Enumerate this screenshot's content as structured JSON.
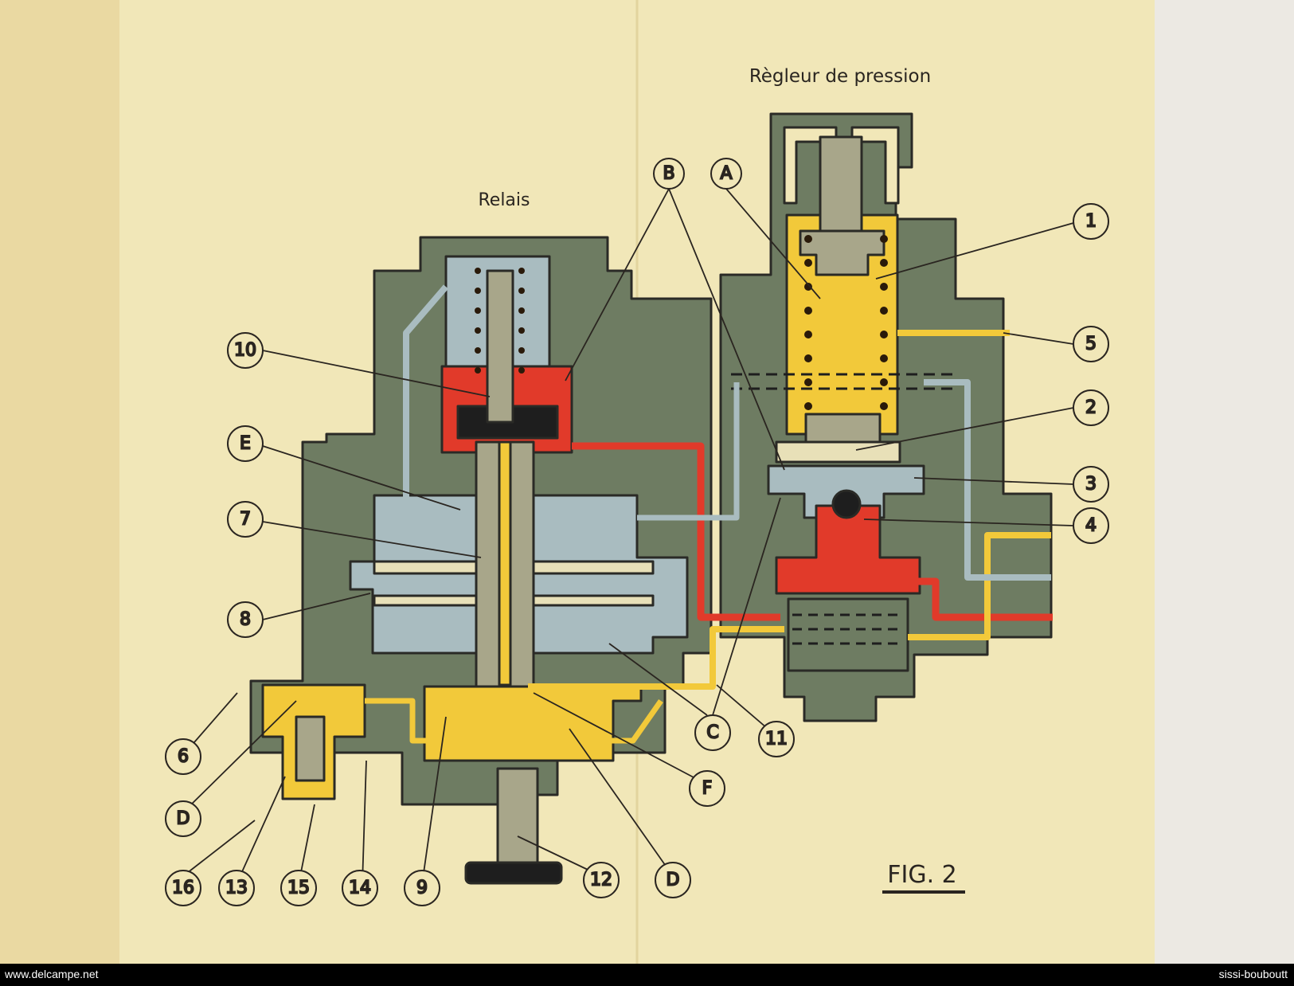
{
  "titles": {
    "regulator": "Règleur de pression",
    "relay": "Relais",
    "figure": "FIG. 2"
  },
  "callouts": {
    "A": "A",
    "B": "B",
    "C": "C",
    "D1": "D",
    "D2": "D",
    "E": "E",
    "F": "F",
    "n1": "1",
    "n2": "2",
    "n3": "3",
    "n4": "4",
    "n5": "5",
    "n6": "6",
    "n7": "7",
    "n8": "8",
    "n9": "9",
    "n10": "10",
    "n11": "11",
    "n12": "12",
    "n13": "13",
    "n14": "14",
    "n15": "15",
    "n16": "16"
  },
  "footer": {
    "left": "www.delcampe.net",
    "right": "sissi-bouboutt"
  },
  "colors": {
    "paper": "#f1e7b8",
    "body_gray": "#6e7c62",
    "chamber_blue": "#a9bcc0",
    "air_yellow": "#f2c93a",
    "pressure_red": "#e13a2a",
    "dark": "#2a2a26"
  }
}
